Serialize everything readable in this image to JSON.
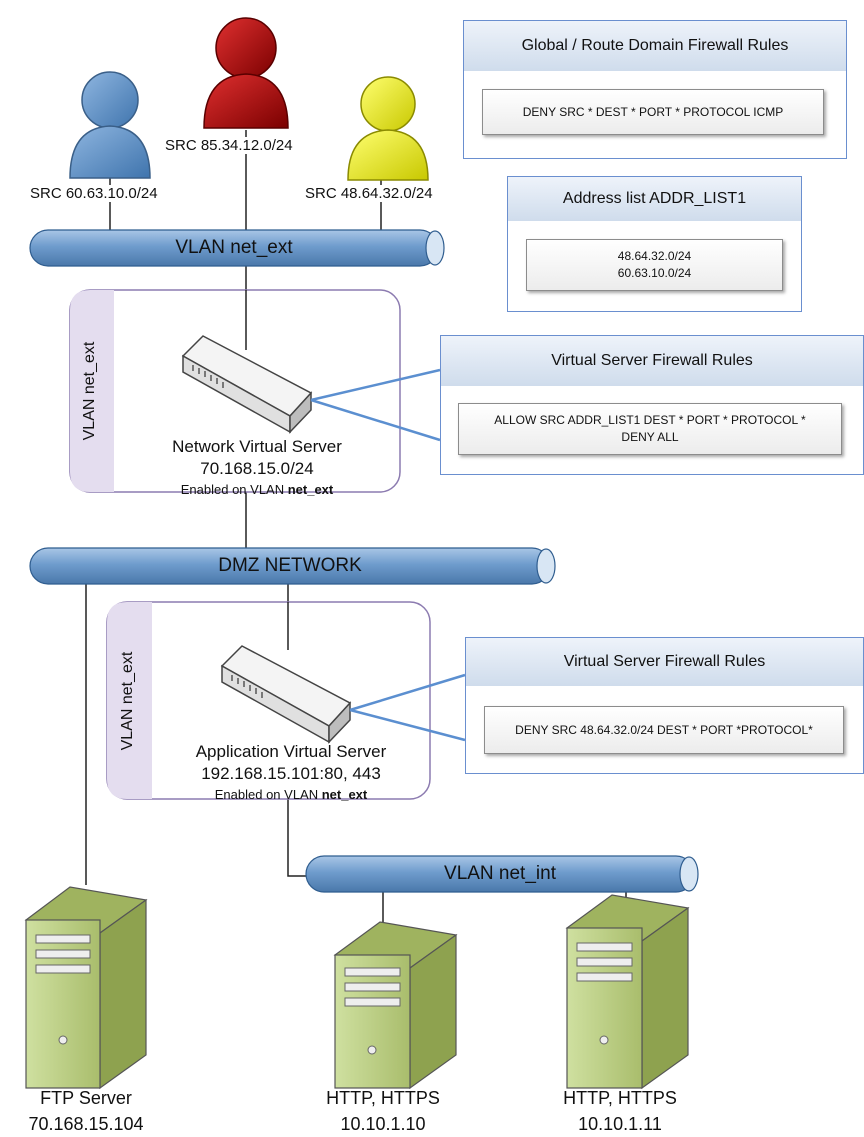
{
  "users": [
    {
      "src": "SRC 60.63.10.0/24",
      "color": "#5b8fc8"
    },
    {
      "src": "SRC 85.34.12.0/24",
      "color": "#b00000"
    },
    {
      "src": "SRC 48.64.32.0/24",
      "color": "#f0f000"
    }
  ],
  "vlans": {
    "net_ext": "VLAN net_ext",
    "dmz": "DMZ NETWORK",
    "net_int": "VLAN net_int"
  },
  "global_rules": {
    "title": "Global / Route Domain Firewall Rules",
    "rule": "DENY SRC * DEST * PORT * PROTOCOL ICMP"
  },
  "address_list": {
    "title": "Address list ADDR_LIST1",
    "entries": [
      "48.64.32.0/24",
      "60.63.10.0/24"
    ]
  },
  "network_vs": {
    "side_label": "VLAN net_ext",
    "name": "Network Virtual Server",
    "address": "70.168.15.0/24",
    "enabled_prefix": "Enabled on VLAN ",
    "enabled_vlan": "net_ext",
    "rules_title": "Virtual Server Firewall Rules",
    "rules": [
      "ALLOW SRC ADDR_LIST1 DEST * PORT * PROTOCOL *",
      "DENY ALL"
    ]
  },
  "app_vs": {
    "side_label": "VLAN net_ext",
    "name": "Application Virtual Server",
    "address": "192.168.15.101:80, 443",
    "enabled_prefix": "Enabled on VLAN ",
    "enabled_vlan": "net_ext",
    "rules_title": "Virtual Server Firewall Rules",
    "rules": [
      "DENY SRC 48.64.32.0/24 DEST * PORT *PROTOCOL*"
    ]
  },
  "servers": [
    {
      "name": "FTP Server",
      "address": "70.168.15.104"
    },
    {
      "name": "HTTP, HTTPS",
      "address": "10.10.1.10"
    },
    {
      "name": "HTTP, HTTPS",
      "address": "10.10.1.11"
    }
  ],
  "colors": {
    "pipe": "#6f9ccd",
    "panel_border": "#6a8fcf",
    "vs_border": "#8c7bb0",
    "vs_side": "#e4ddef",
    "connector": "#5b8fd0",
    "server_body": "#b8cc7e"
  }
}
